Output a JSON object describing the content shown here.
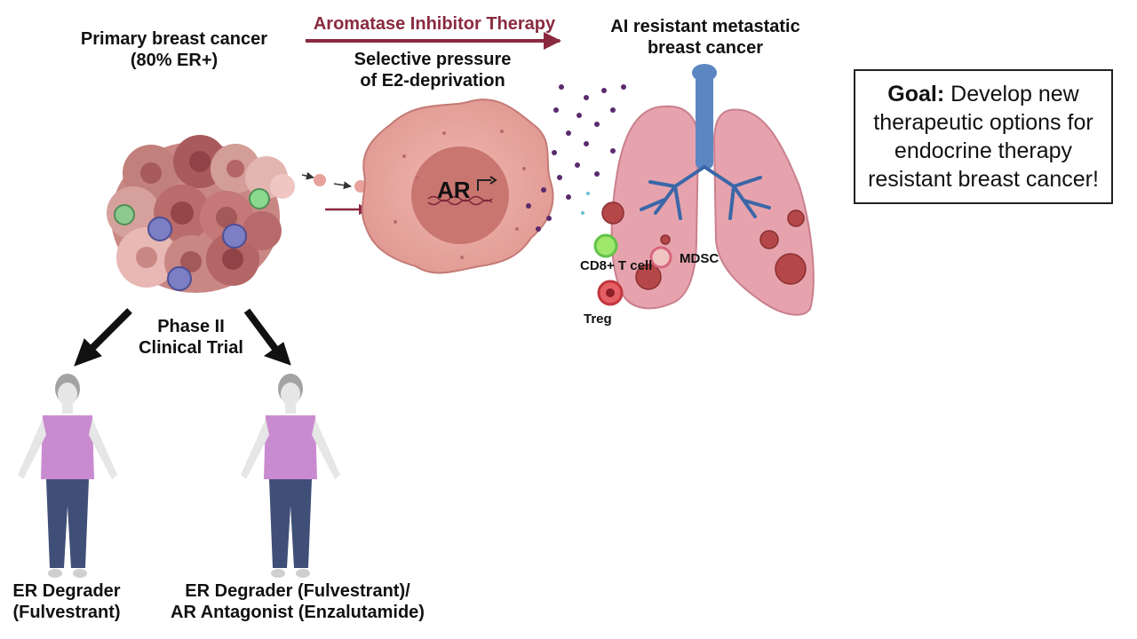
{
  "primary": {
    "line1": "Primary breast cancer",
    "line2": "(80% ER+)"
  },
  "therapy": {
    "title": "Aromatase Inhibitor Therapy",
    "pressure_line1": "Selective pressure",
    "pressure_line2": "of E2-deprivation"
  },
  "metastatic": {
    "line1": "AI resistant metastatic",
    "line2": "breast cancer"
  },
  "cell": {
    "gene_label": "AR"
  },
  "immune": {
    "cd8": "CD8+ T cell",
    "mdsc": "MDSC",
    "treg": "Treg"
  },
  "trial": {
    "line1": "Phase II",
    "line2": "Clinical Trial"
  },
  "arm1": {
    "line1": "ER Degrader",
    "line2": "(Fulvestrant)"
  },
  "arm2": {
    "line1": "ER Degrader (Fulvestrant)/",
    "line2": "AR Antagonist (Enzalutamide)"
  },
  "goal": {
    "prefix": "Goal:",
    "text": "Develop new therapeutic options for endocrine therapy resistant breast cancer!"
  },
  "colors": {
    "therapy_arrow": "#8a2a3f",
    "tumor": "#c97b7a",
    "cell_body": "#e9a8a2",
    "lung": "#e6a3ad",
    "bronchi": "#3a67a8",
    "shirt": "#c98bcf",
    "pants": "#3f4f77"
  }
}
